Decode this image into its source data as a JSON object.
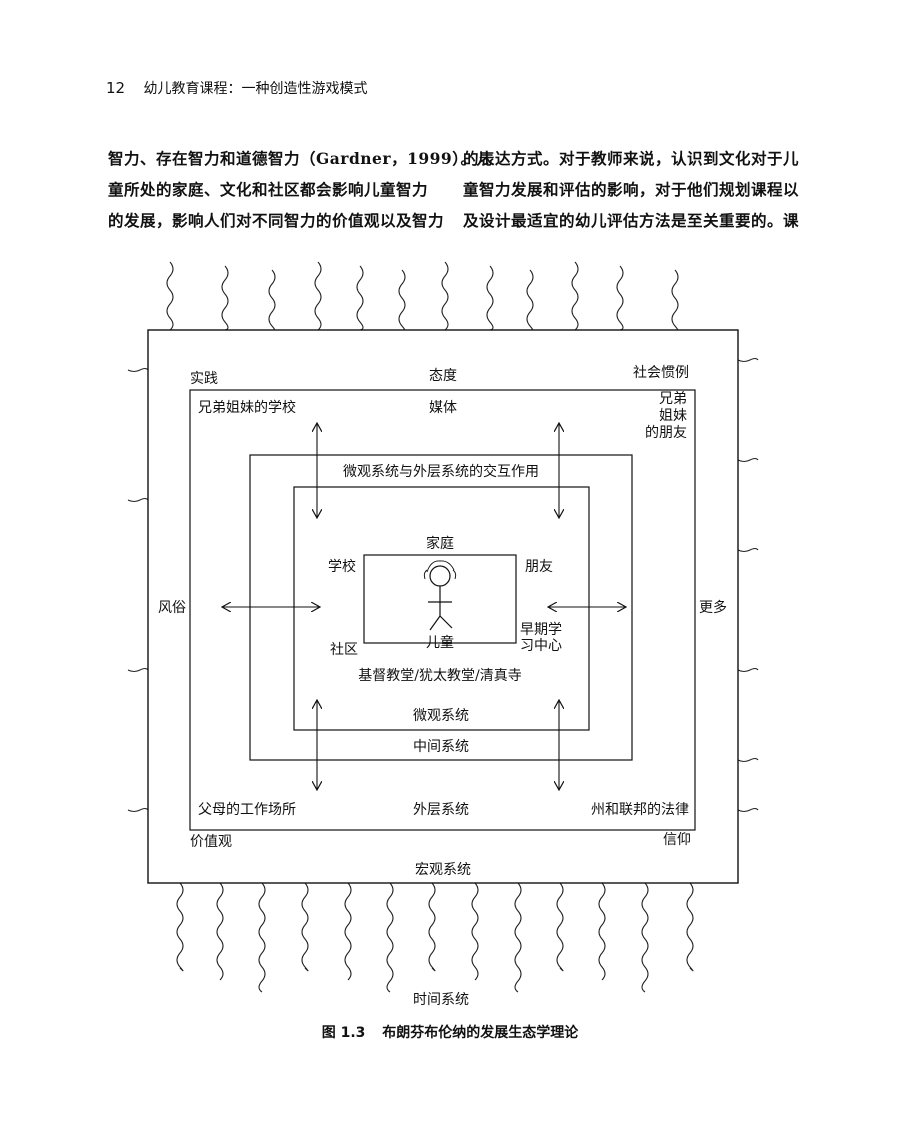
{
  "header": {
    "page_number": "12",
    "running_title": "幼儿教育课程：一种创造性游戏模式"
  },
  "body_text": {
    "left_lines": [
      "智力、存在智力和道德智力（Gardner，1999）。儿",
      "童所处的家庭、文化和社区都会影响儿童智力",
      "的发展，影响人们对不同智力的价值观以及智力"
    ],
    "right_lines": [
      "的表达方式。对于教师来说，认识到文化对于儿",
      "童智力发展和评估的影响，对于他们规划课程以",
      "及设计最适宜的幼儿评估方法是至关重要的。课"
    ]
  },
  "diagram": {
    "macro": {
      "practice": "实践",
      "attitude": "态度",
      "social_conventions": "社会惯例",
      "customs": "风俗",
      "more": "更多",
      "values": "价值观",
      "beliefs": "信仰",
      "system_name": "宏观系统"
    },
    "exo": {
      "siblings_school": "兄弟姐妹的学校",
      "media": "媒体",
      "siblings_friends": [
        "兄弟",
        "姐妹",
        "的朋友"
      ],
      "parents_workplace": "父母的工作场所",
      "system_name": "外层系统",
      "state_federal_law": "州和联邦的法律"
    },
    "meso": {
      "interaction": "微观系统与外层系统的交互作用",
      "system_name": "中间系统"
    },
    "micro": {
      "family": "家庭",
      "school": "学校",
      "friends": "朋友",
      "early_learning": [
        "早期学",
        "习中心"
      ],
      "community": "社区",
      "child": "儿童",
      "religious": "基督教堂/犹太教堂/清真寺",
      "system_name": "微观系统"
    },
    "chrono": {
      "system_name": "时间系统"
    }
  },
  "caption": {
    "figure_number": "图 1.3",
    "title": "布朗芬布伦纳的发展生态学理论"
  }
}
